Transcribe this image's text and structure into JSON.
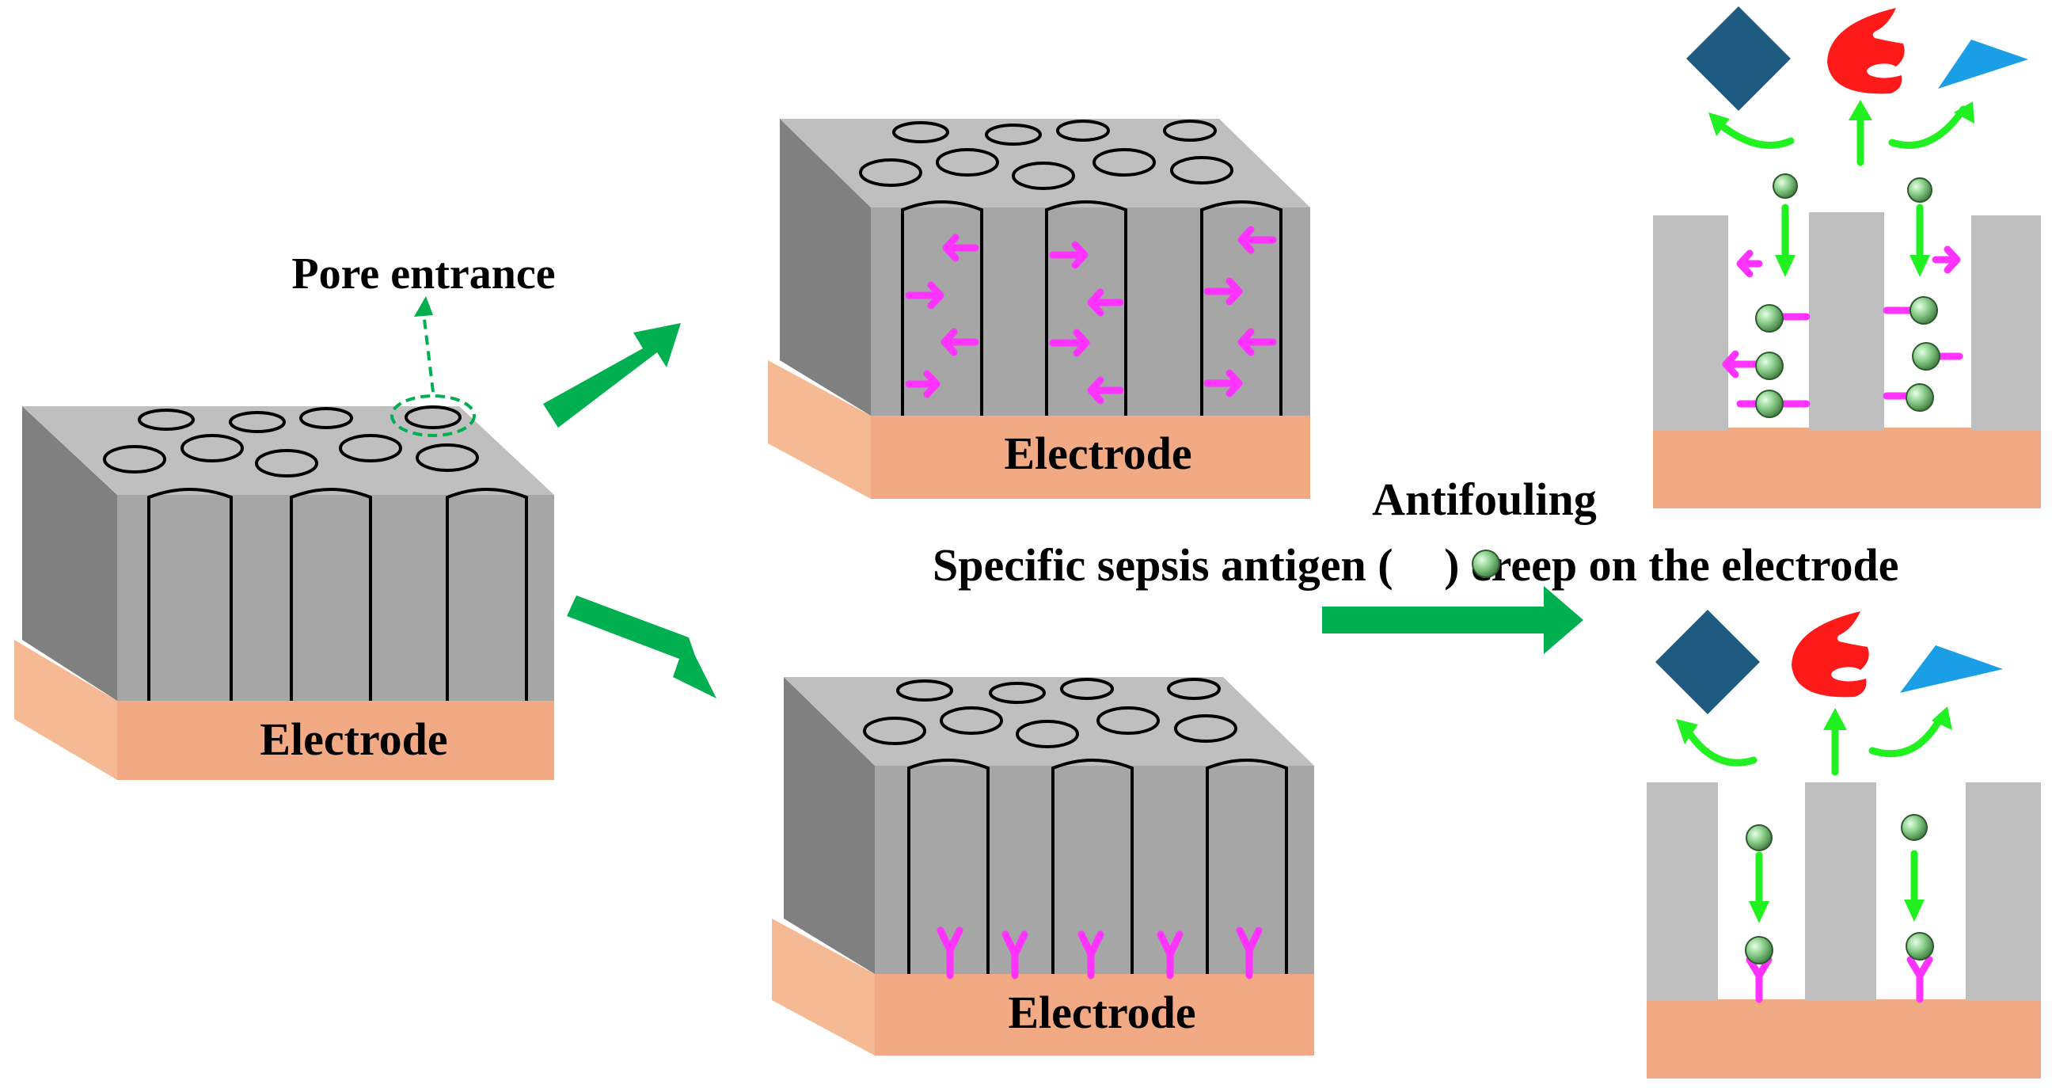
{
  "labels": {
    "pore_entrance": "Pore entrance",
    "electrode_main": "Electrode",
    "electrode_top": "Electrode",
    "electrode_bottom": "Electrode",
    "antifouling": "Antifouling",
    "specific_prefix": "Specific sepsis antigen (",
    "specific_suffix": ") creep on the electrode"
  },
  "colors": {
    "electrode": "#f2aa85",
    "electrode_side": "#f5b994",
    "block_front": "#a6a6a6",
    "block_top": "#bfbfbf",
    "block_side": "#808080",
    "wall": "#bfbfbf",
    "arrow": "#00b050",
    "green_dash": "#00b050",
    "bright_green": "#21f021",
    "antibody": "#ff33ff",
    "antigen": "#8fd18f",
    "diamond": "#1f5a80",
    "c_shape": "#ff1a1a",
    "triangle": "#1a9fe6"
  },
  "icons": [
    "diamond-icon",
    "c-shape-icon",
    "triangle-icon",
    "antigen-sphere-icon",
    "antibody-icon"
  ]
}
